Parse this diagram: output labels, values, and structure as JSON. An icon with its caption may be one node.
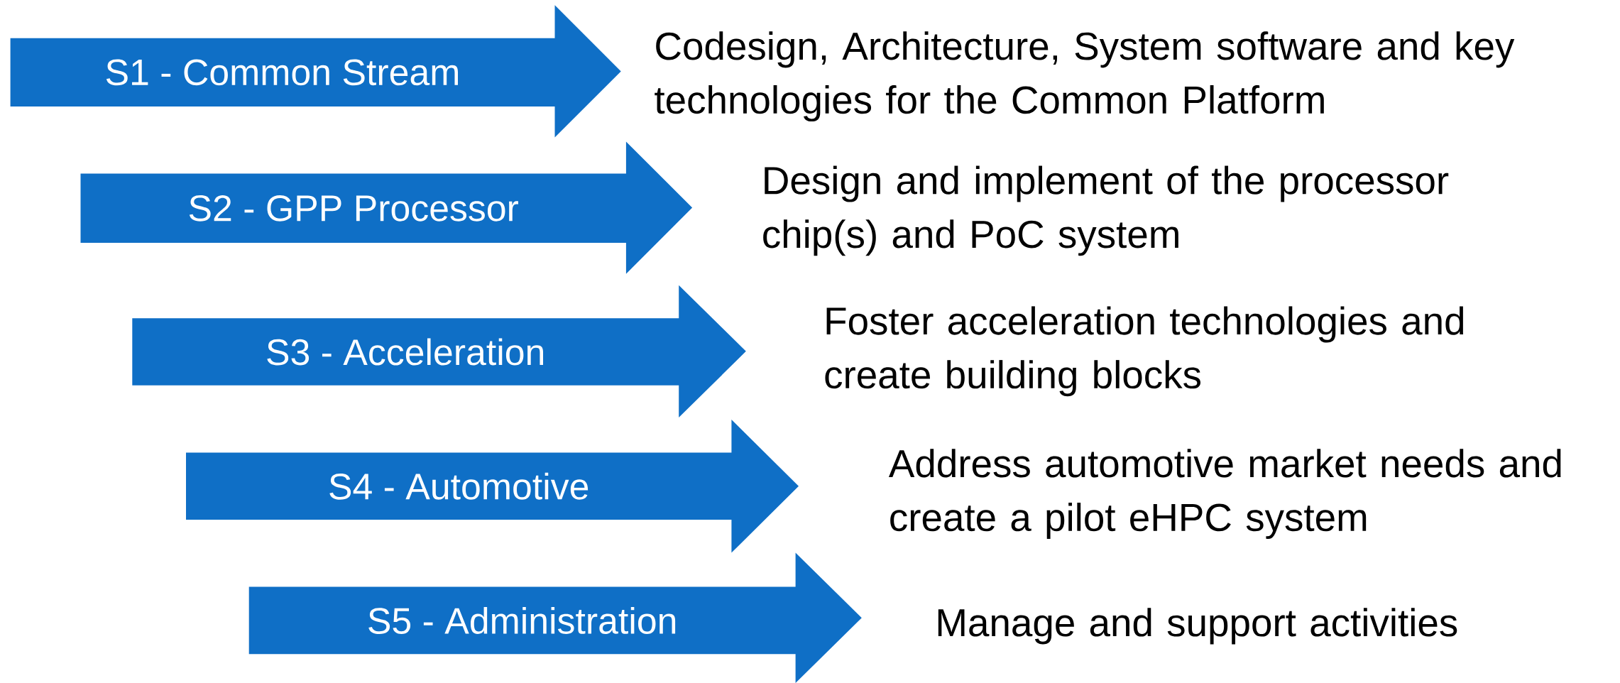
{
  "diagram": {
    "nodes": [
      {
        "text": [
          "S1 - Common Stream"
        ]
      },
      {
        "text": [
          "S2 - GPP Processor"
        ]
      },
      {
        "text": [
          "S3 - Acceleration"
        ]
      },
      {
        "text": [
          "S4 - Automotive"
        ]
      },
      {
        "text": [
          "S5 - Administration"
        ]
      }
    ],
    "labels": [
      "Codesign, Architecture, System software and key technologies for the Common Platform",
      "Design and implement of the processor chip(s) and PoC system",
      "Foster acceleration technologies and create building blocks",
      "Address automotive market needs and create a pilot eHPC system",
      "Manage and support activities"
    ]
  }
}
